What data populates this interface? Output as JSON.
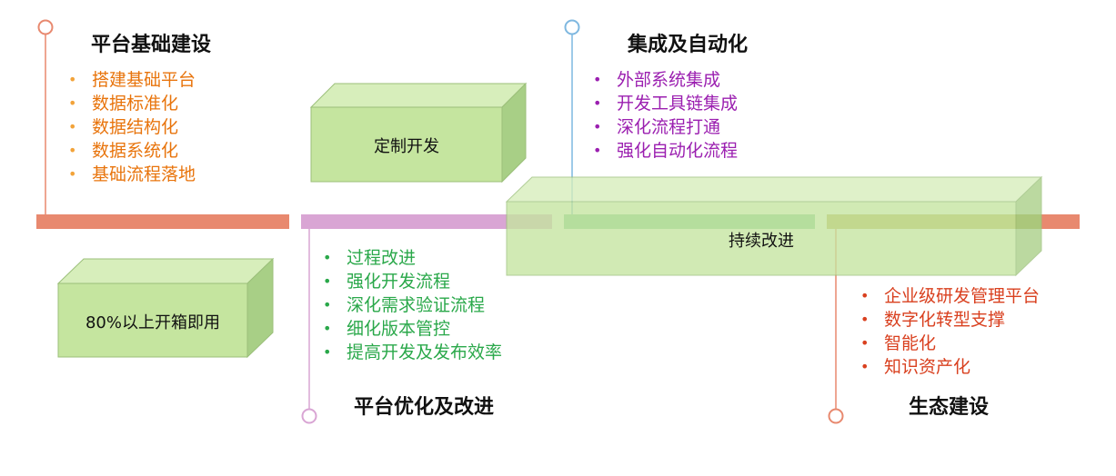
{
  "phases": [
    {
      "title": "平台基础建设",
      "items": [
        "搭建基础平台",
        "数据标准化",
        "数据结构化",
        "数据系统化",
        "基础流程落地"
      ]
    },
    {
      "title": "平台优化及改进",
      "items": [
        "过程改进",
        "强化开发流程",
        "深化需求验证流程",
        "细化版本管控",
        "提高开发及发布效率"
      ]
    },
    {
      "title": "集成及自动化",
      "items": [
        "外部系统集成",
        "开发工具链集成",
        "深化流程打通",
        "强化自动化流程"
      ]
    },
    {
      "title": "生态建设",
      "items": [
        "企业级研发管理平台",
        "数字化转型支撑",
        "智能化",
        "知识资产化"
      ]
    }
  ],
  "boxes": {
    "out_of_box": "80%以上开箱即用",
    "custom_dev": "定制开发",
    "continuous": "持续改进"
  },
  "colors": {
    "phase1": "#e8896f",
    "phase2": "#d9a5d4",
    "phase3": "#7ec99a",
    "phase4": "#b9ad55",
    "box_face": "#c5e59f"
  },
  "bullet": "•"
}
